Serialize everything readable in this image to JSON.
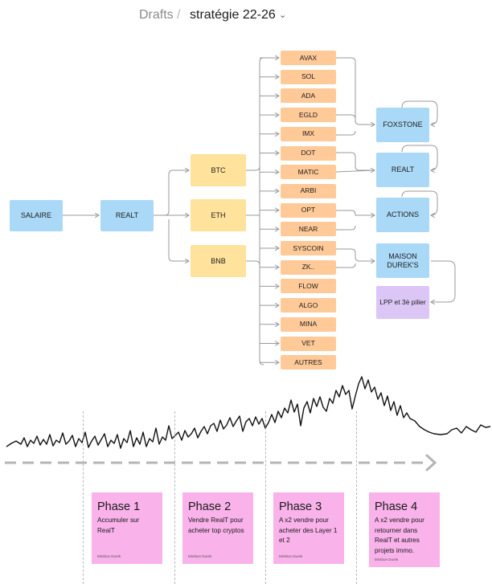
{
  "breadcrumb": {
    "root": "Drafts",
    "separator": "/",
    "document": "stratégie 22-26",
    "chevron": "⌄"
  },
  "nodes": {
    "salaire": "SALAIRE",
    "realt_source": "REALT",
    "btc": "BTC",
    "eth": "ETH",
    "bnb": "BNB",
    "foxstone": "FOXSTONE",
    "realt_target": "REALT",
    "actions": "ACTIONS",
    "maison": "MAISON DUREK'S",
    "lpp": "LPP et 3è pilier"
  },
  "altcoins": [
    "AVAX",
    "SOL",
    "ADA",
    "EGLD",
    "IMX",
    "DOT",
    "MATIC",
    "ARBI",
    "OPT",
    "NEAR",
    "SYSCOIN",
    "ZK..",
    "FLOW",
    "ALGO",
    "MINA",
    "VET",
    "AUTRES"
  ],
  "phases": [
    {
      "title": "Phase 1",
      "body": "Accumuler sur RealT",
      "author": "Mirsbon Durek"
    },
    {
      "title": "Phase 2",
      "body": "Vendre RealT pour acheter top cryptos",
      "author": "Mirsbon Durek"
    },
    {
      "title": "Phase 3",
      "body": "A x2 vendre pour acheter des Layer 1 et 2",
      "author": "Mirsbon Durek"
    },
    {
      "title": "Phase 4",
      "body": "A x2 vendre pour retourner dans RealT et autres projets immo.",
      "author": "Mirsbon Durek"
    }
  ],
  "colors": {
    "blue": "#aad8f7",
    "yellow": "#ffe29b",
    "orange": "#ffc998",
    "purple": "#dcc6f5",
    "pink": "#f9b2ea",
    "connector": "#9a9a9a"
  },
  "icons": [
    "chevron-down-icon",
    "arrow-right-icon"
  ]
}
